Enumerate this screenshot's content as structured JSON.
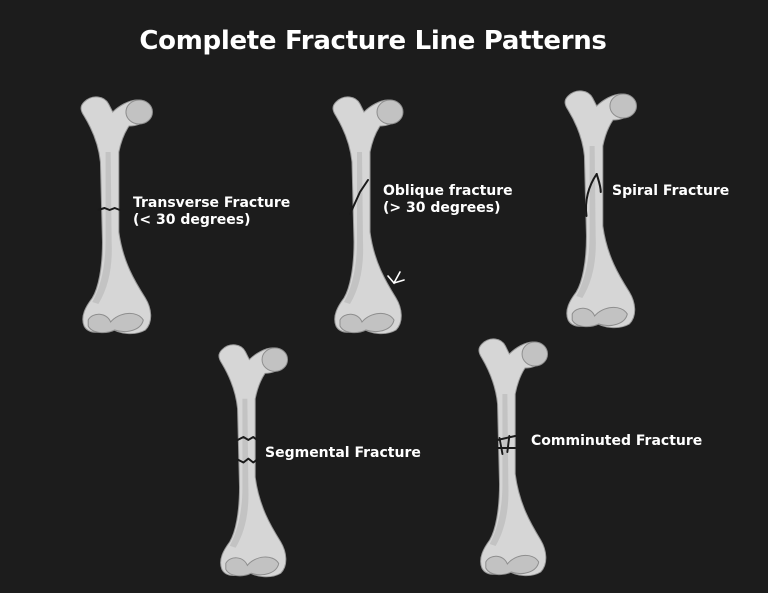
{
  "title": "Complete Fracture Line Patterns",
  "fractures": [
    {
      "lines": [
        "Transverse Fracture",
        "(< 30 degrees)"
      ]
    },
    {
      "lines": [
        "Oblique fracture",
        "(> 30 degrees)"
      ]
    },
    {
      "lines": [
        "Spiral Fracture"
      ]
    },
    {
      "lines": [
        "Segmental Fracture"
      ]
    },
    {
      "lines": [
        "Comminuted Fracture"
      ]
    }
  ],
  "colors": {
    "background": "#1c1c1c",
    "bone": "#d6d6d6",
    "bone_outline": "#9a9a9a",
    "fracture_line": "#1a1a1a",
    "text": "#ffffff"
  }
}
